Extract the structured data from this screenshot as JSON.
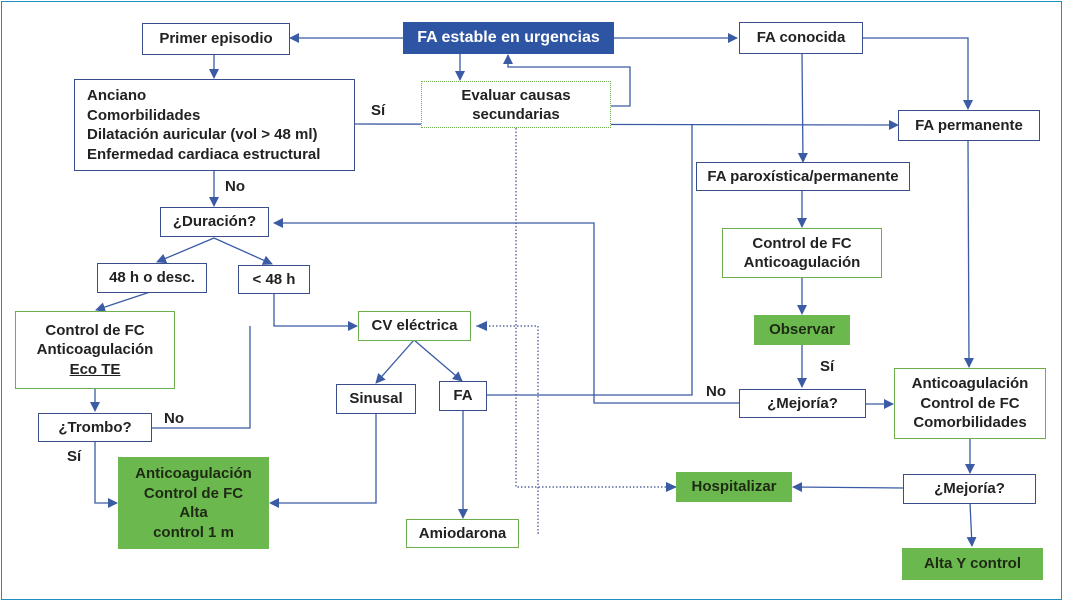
{
  "title": "FA estable en urgencias",
  "colors": {
    "line": "#3b5ba5",
    "box_border_blue": "#3b4e8c",
    "box_border_green": "#6fae4f",
    "fill_blue": "#2e55a4",
    "fill_green": "#6ab84e",
    "frame": "#1f8fbf"
  },
  "nodes": {
    "start": "FA estable en urgencias",
    "primer_episodio": "Primer episodio",
    "evaluar": [
      "Evaluar causas",
      "secundarias"
    ],
    "fa_conocida": "FA conocida",
    "riesgo": [
      "Anciano",
      "Comorbilidades",
      "Dilatación auricular (vol > 48 ml)",
      "Enfermedad cardiaca estructural"
    ],
    "fa_permanente": "FA permanente",
    "fa_parox": "FA paroxística/permanente",
    "duracion": "¿Duración?",
    "mas48": "48 h o desc.",
    "menos48": "< 48 h",
    "control_eco": [
      "Control de FC",
      "Anticoagulación",
      "Eco TE"
    ],
    "control_antic": [
      "Control de FC",
      "Anticoagulación"
    ],
    "cv": "CV eléctrica",
    "observar": "Observar",
    "sinusal": "Sinusal",
    "fa": "FA",
    "trombo": "¿Trombo?",
    "mejoria1": "¿Mejoría?",
    "antic_comorb": [
      "Anticoagulación",
      "Control de FC",
      "Comorbilidades"
    ],
    "alta1m": [
      "Anticoagulación",
      "Control de FC",
      "Alta",
      "control 1 m"
    ],
    "hospitalizar": "Hospitalizar",
    "mejoria2": "¿Mejoría?",
    "amiodarona": "Amiodarona",
    "alta_control": "Alta Y control"
  },
  "edge_labels": {
    "si_riesgo": "Sí",
    "no_riesgo": "No",
    "no_trombo": "No",
    "si_trombo": "Sí",
    "si_observar": "Sí",
    "no_mejoria": "No"
  }
}
